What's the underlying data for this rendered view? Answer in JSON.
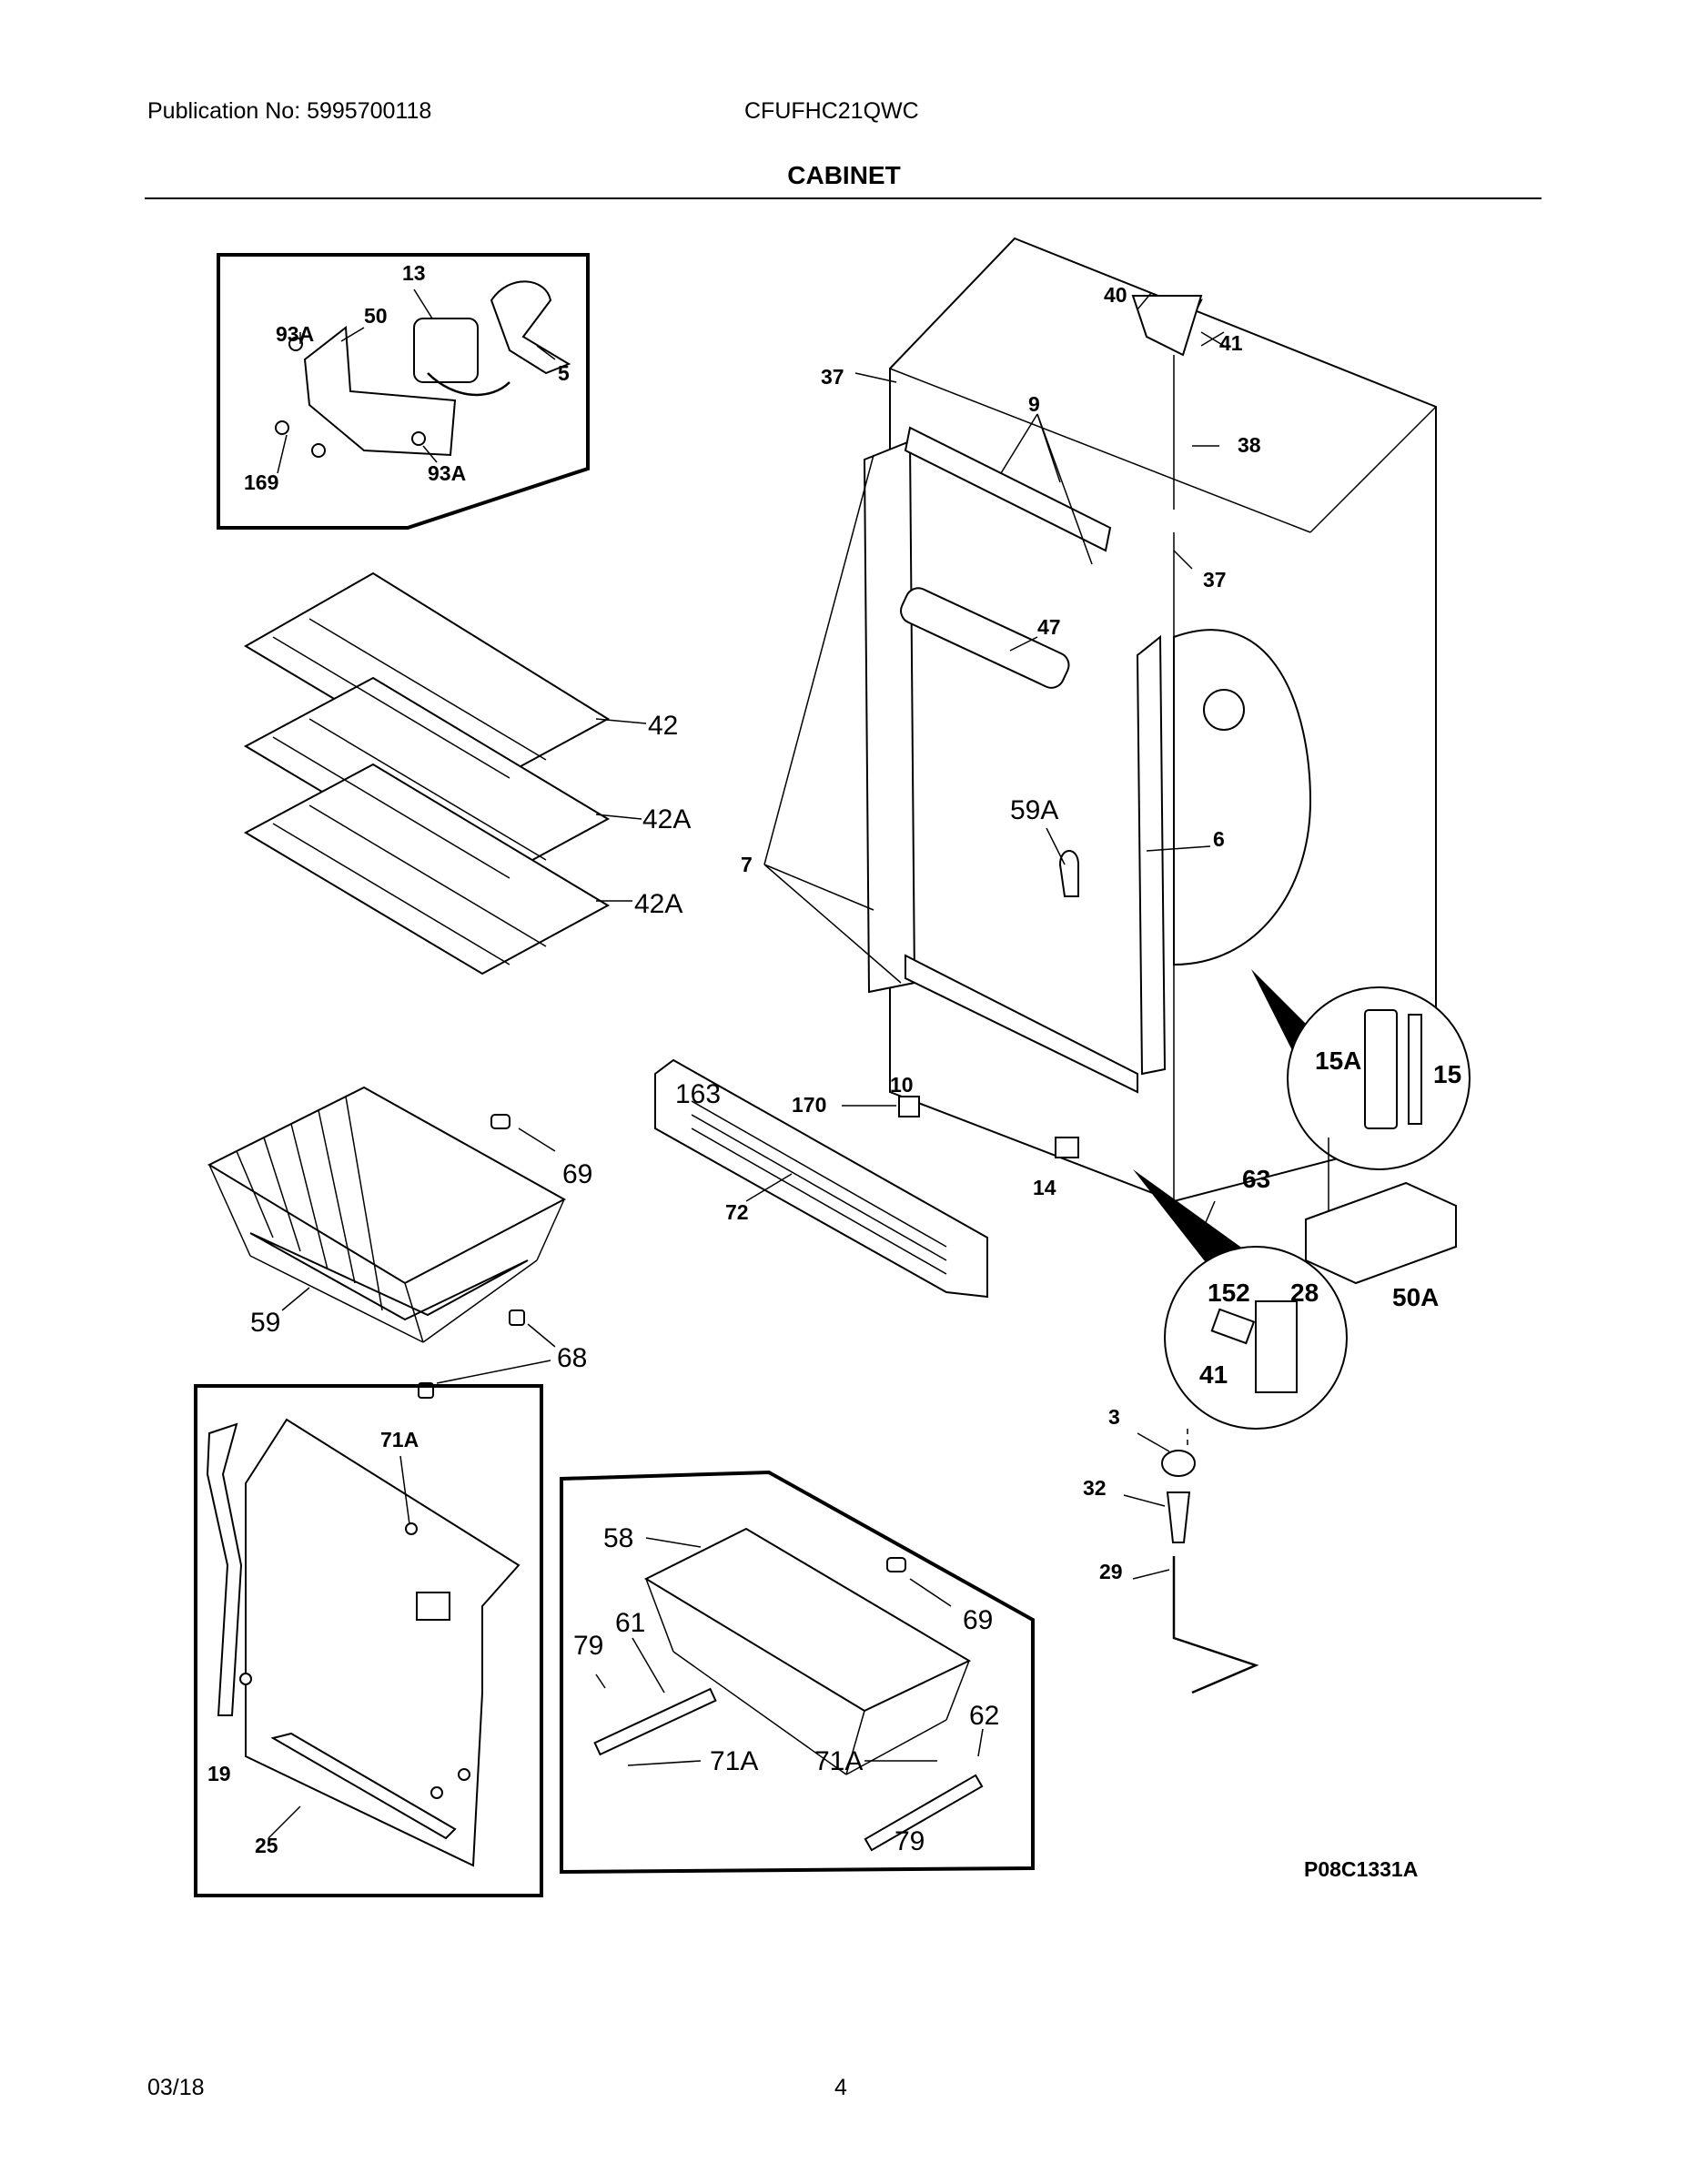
{
  "header": {
    "publication": "Publication No: 5995700118",
    "model": "CFUFHC21QWC",
    "section_title": "CABINET"
  },
  "footer": {
    "date": "03/18",
    "page_number": "4",
    "drawing_code": "P08C1331A"
  },
  "callouts": {
    "c13": "13",
    "c93a_1": "93A",
    "c50": "50",
    "c5": "5",
    "c169": "169",
    "c93a_2": "93A",
    "c40": "40",
    "c41_top": "41",
    "c37_top": "37",
    "c9": "9",
    "c38": "38",
    "c37_right": "37",
    "c47": "47",
    "c42": "42",
    "c42a_1": "42A",
    "c42a_2": "42A",
    "c59a": "59A",
    "c6": "6",
    "c7": "7",
    "c15a": "15A",
    "c15": "15",
    "c163": "163",
    "c170": "170",
    "c10": "10",
    "c69_1": "69",
    "c72": "72",
    "c14": "14",
    "c63": "63",
    "c59": "59",
    "c68": "68",
    "c152": "152",
    "c28": "28",
    "c50a": "50A",
    "c41_hinge": "41",
    "c3": "3",
    "c71a_1": "71A",
    "c32": "32",
    "c29": "29",
    "c58": "58",
    "c69_2": "69",
    "c79_1": "79",
    "c61": "61",
    "c62": "62",
    "c71a_2": "71A",
    "c71a_3": "71A",
    "c19": "19",
    "c25": "25",
    "c79_2": "79"
  }
}
